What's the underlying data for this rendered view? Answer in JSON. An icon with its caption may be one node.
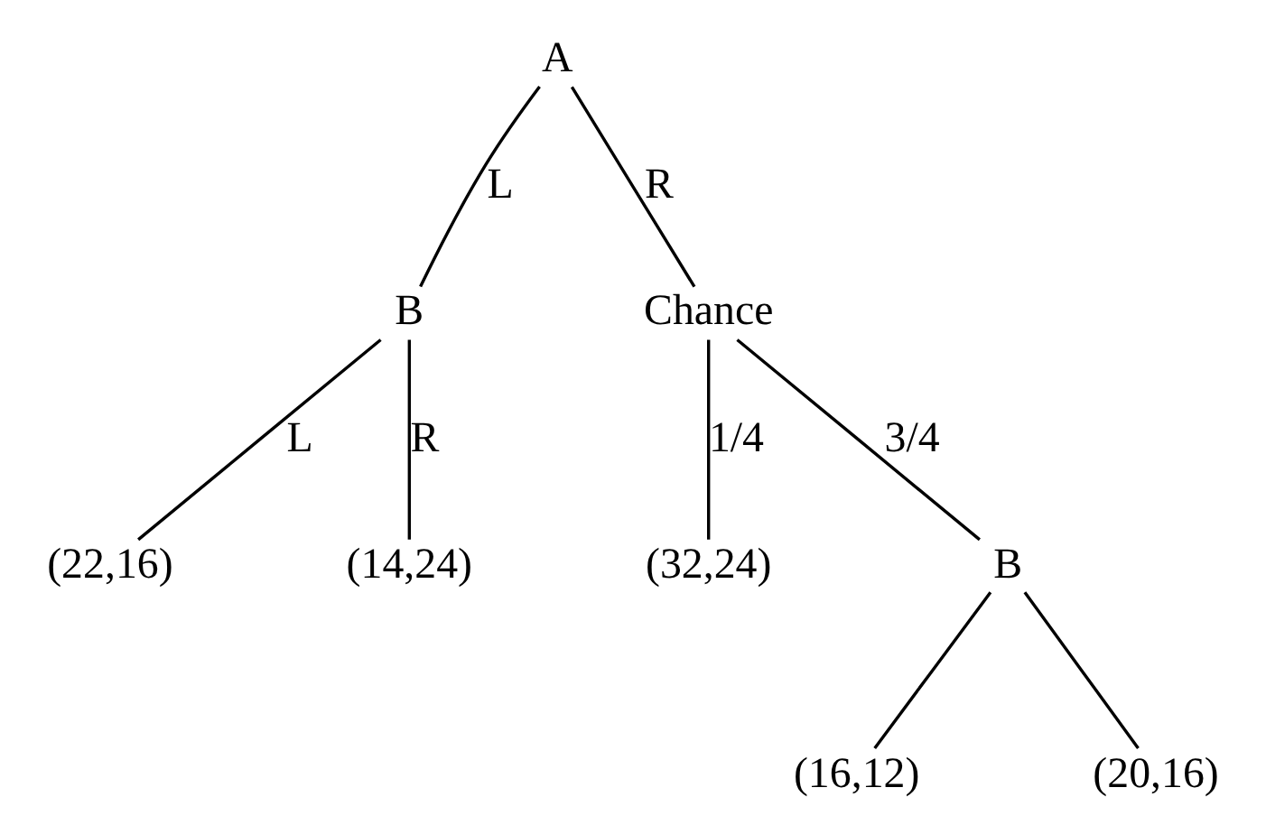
{
  "diagram": {
    "nodes": [
      {
        "text": [
          "A"
        ]
      },
      {
        "text": [
          "B"
        ]
      },
      {
        "text": [
          "Chance"
        ]
      },
      {
        "text": [
          "(22,16)"
        ]
      },
      {
        "text": [
          "(14,24)"
        ]
      },
      {
        "text": [
          "(32,24)"
        ]
      },
      {
        "text": [
          "B"
        ]
      },
      {
        "text": [
          "(16,12)"
        ]
      },
      {
        "text": [
          "(20,16)"
        ]
      }
    ],
    "edges": [
      {
        "from": 0,
        "to": 1,
        "arrow": "none",
        "label": "L"
      },
      {
        "from": 0,
        "to": 2,
        "arrow": "none",
        "label": "R"
      },
      {
        "from": 1,
        "to": 3,
        "arrow": "none",
        "label": "L"
      },
      {
        "from": 1,
        "to": 4,
        "arrow": "none",
        "label": "R"
      },
      {
        "from": 2,
        "to": 5,
        "arrow": "none",
        "label": "1/4"
      },
      {
        "from": 2,
        "to": 6,
        "arrow": "none",
        "label": "3/4"
      },
      {
        "from": 6,
        "to": 7,
        "arrow": "none"
      },
      {
        "from": 6,
        "to": 8,
        "arrow": "none"
      }
    ]
  }
}
